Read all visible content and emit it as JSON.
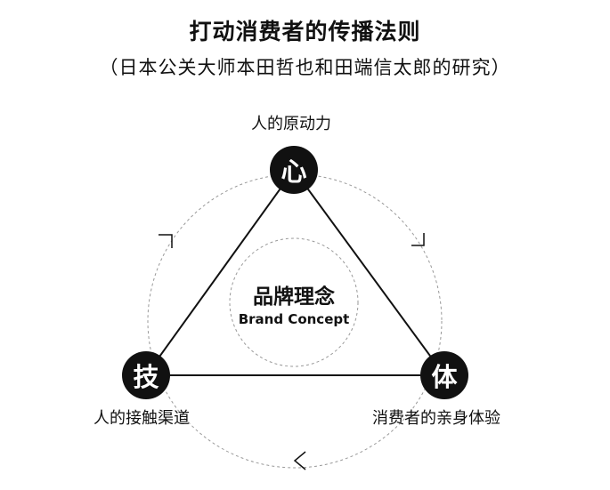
{
  "title": "打动消费者的传播法则",
  "subtitle": "（日本公关大师本田哲也和田端信太郎的研究）",
  "center": {
    "title": "品牌理念",
    "subtitle": "Brand Concept"
  },
  "nodes": {
    "top": {
      "glyph": "心",
      "label": "人的原动力"
    },
    "left": {
      "glyph": "技",
      "label": "人的接触渠道"
    },
    "right": {
      "glyph": "体",
      "label": "消费者的亲身体验"
    }
  }
}
